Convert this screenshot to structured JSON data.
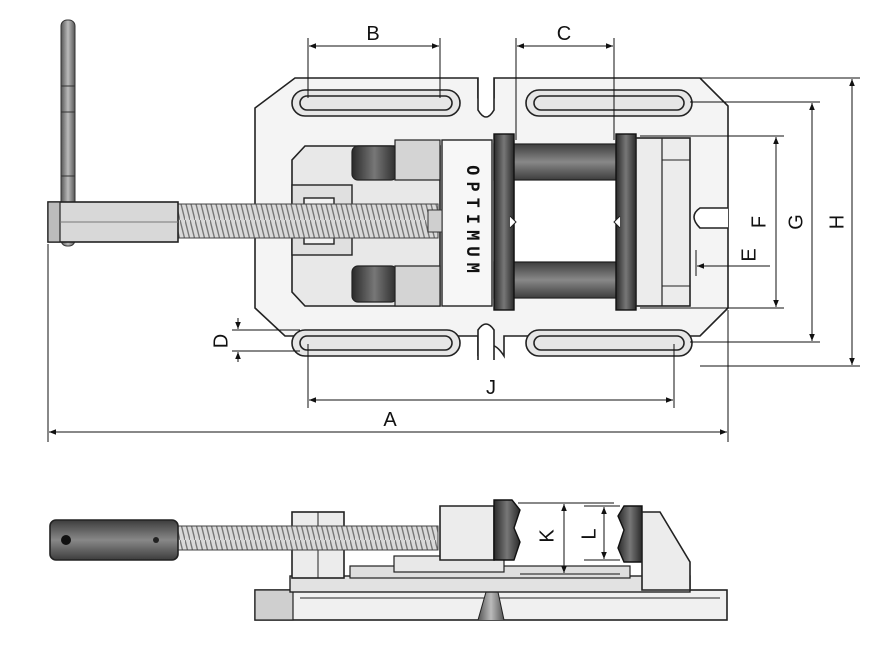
{
  "brand": {
    "name": "OPTIMUM"
  },
  "dimensions": {
    "A": "A",
    "B": "B",
    "C": "C",
    "D": "D",
    "E": "E",
    "F": "F",
    "G": "G",
    "H": "H",
    "J": "J",
    "K": "K",
    "L": "L"
  },
  "colors": {
    "outline": "#222222",
    "jaw": "#3a3a3a",
    "thread": "#888888",
    "metal": "#c8c8c8"
  }
}
